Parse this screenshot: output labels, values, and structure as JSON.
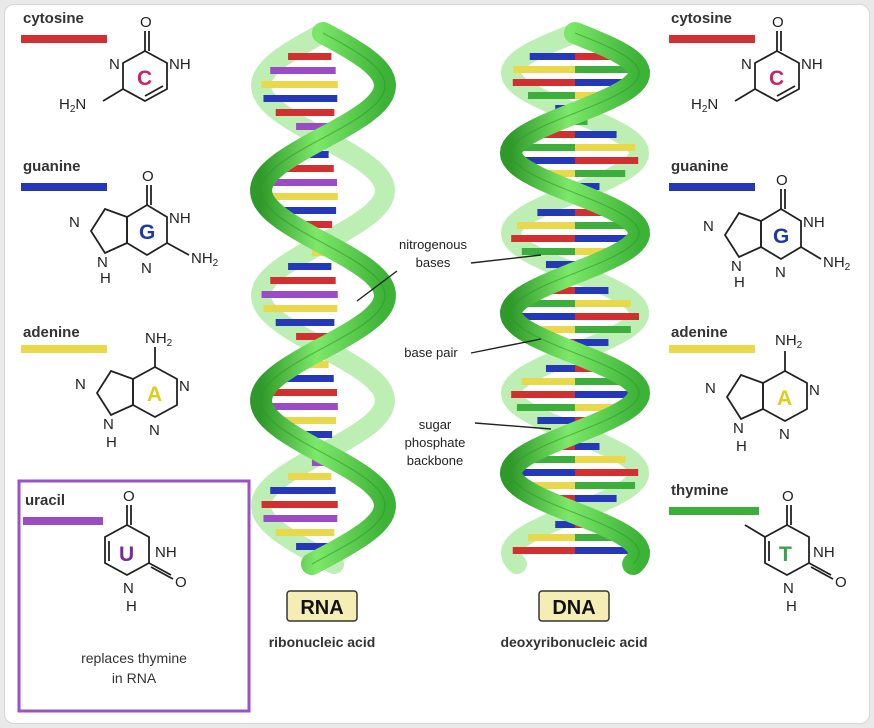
{
  "bases": {
    "cytosine": {
      "name": "cytosine",
      "letter": "C",
      "color": "#d03030",
      "letter_color": "#c8246a"
    },
    "guanine": {
      "name": "guanine",
      "letter": "G",
      "color": "#2438b8",
      "letter_color": "#1d3aa8"
    },
    "adenine": {
      "name": "adenine",
      "letter": "A",
      "color": "#e8d84a",
      "letter_color": "#e0cc20"
    },
    "thymine": {
      "name": "thymine",
      "letter": "T",
      "color": "#3cae3c",
      "letter_color": "#3aa24a"
    },
    "uracil": {
      "name": "uracil",
      "letter": "U",
      "color": "#9a4cc4",
      "letter_color": "#7a2aa0"
    }
  },
  "atoms": {
    "O": "O",
    "N": "N",
    "NH": "NH",
    "H2N": "H₂N",
    "NH2": "NH₂",
    "H": "H",
    "N_H": "N"
  },
  "uracil_note": {
    "line1": "replaces thymine",
    "line2": "in RNA"
  },
  "rna": {
    "label": "RNA",
    "caption": "ribonucleic acid"
  },
  "dna": {
    "label": "DNA",
    "caption": "deoxyribonucleic acid"
  },
  "annotations": {
    "nitro1": "nitrogenous",
    "nitro2": "bases",
    "basepair": "base pair",
    "sugar1": "sugar",
    "sugar2": "phosphate",
    "sugar3": "backbone"
  },
  "colors": {
    "helix": "#5ed84e",
    "helix_dark": "#2f9a2a",
    "uracil_border": "#9a52c8"
  }
}
